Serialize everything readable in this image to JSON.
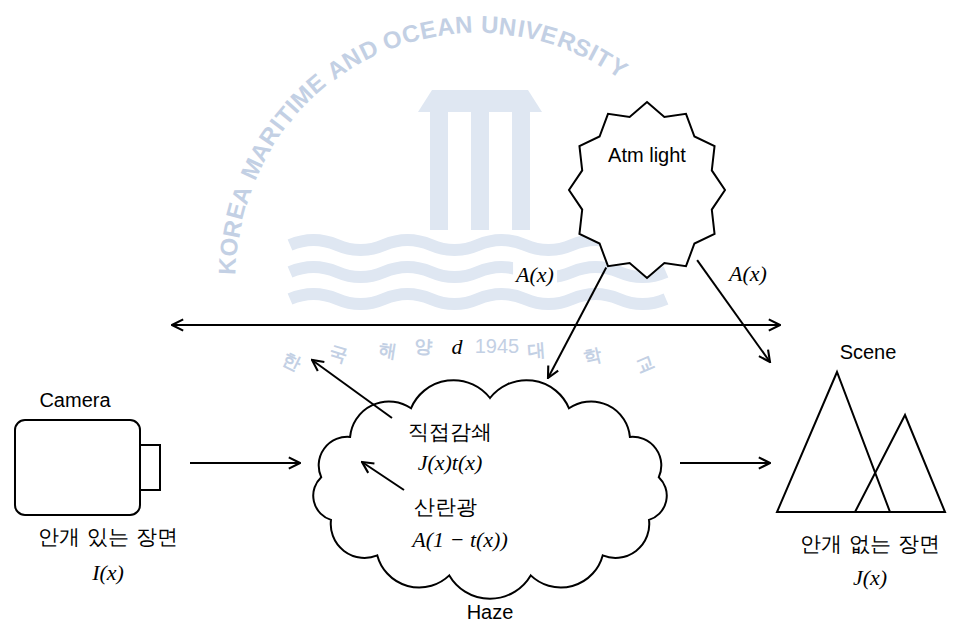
{
  "diagram": {
    "nodes": [
      {
        "text": [
          "Atm light"
        ]
      },
      {
        "text": [
          "Camera",
          "안개 있는 장면",
          "I(x)"
        ]
      },
      {
        "text": [
          "직접감쇄",
          "J(x)t(x)",
          "산란광",
          "A(1 − t(x))",
          "Haze"
        ]
      },
      {
        "text": [
          "Scene",
          "안개 없는 장면",
          "J(x)"
        ]
      }
    ],
    "edges": [
      {
        "from": 0,
        "to": 2,
        "arrow": "to",
        "label": "A(x)"
      },
      {
        "from": 0,
        "to": 3,
        "arrow": "to",
        "label": "A(x)"
      },
      {
        "from": 1,
        "to": 2,
        "arrow": "to"
      },
      {
        "from": 2,
        "to": 3,
        "arrow": "to"
      }
    ],
    "labels": [
      "d",
      "KOREA MARITIME AND OCEAN UNIVERSITY",
      "1945",
      "한국해양대학교"
    ]
  }
}
